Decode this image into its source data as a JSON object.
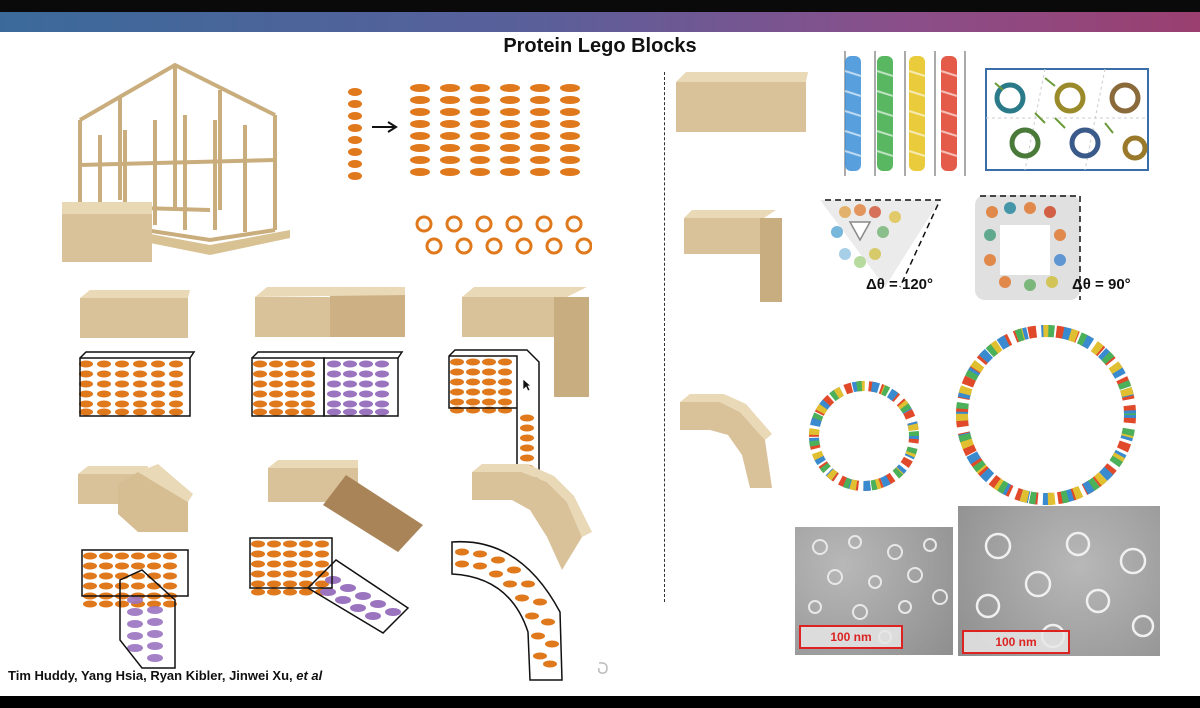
{
  "slide": {
    "title": "Protein Lego Blocks",
    "credits_main": "Tim Huddy, Yang Hsia, Ryan Kibler, Jinwei Xu, ",
    "credits_etal": "et al",
    "angle_labels": [
      "Δθ = 120°",
      "Δθ = 90°"
    ],
    "scale_bars": [
      "100 nm",
      "100 nm"
    ]
  },
  "colors": {
    "wood": "#d9c29a",
    "wood_dark": "#b99d72",
    "helix": "#e0781c",
    "helix_purple": "#9b74c0",
    "gradient_left": "#3b6a9a",
    "gradient_right": "#9a3f70"
  }
}
